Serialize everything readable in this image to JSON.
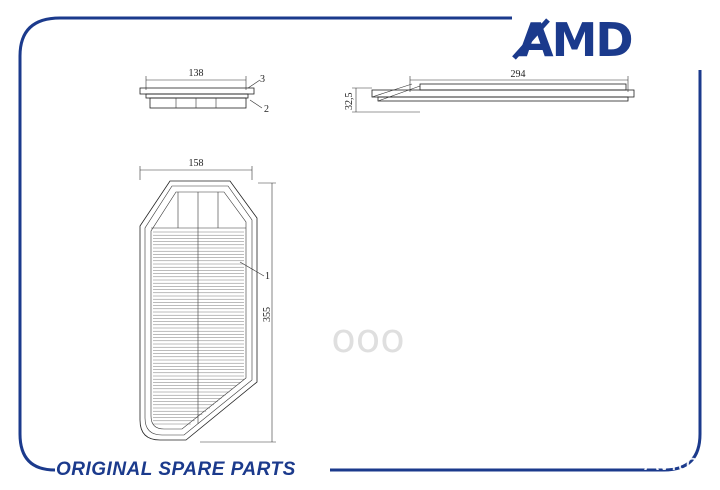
{
  "brand": {
    "logo_text": "AMD",
    "color": "#1b3a8c",
    "tagline": "ORIGINAL SPARE PARTS"
  },
  "watermarks": {
    "center": "ооо",
    "corner": "Avito"
  },
  "dimensions": {
    "top_width": "138",
    "side_length": "294",
    "side_height": "32,5",
    "front_width": "158",
    "front_height": "355"
  },
  "callouts": {
    "c1": "1",
    "c2": "2",
    "c3": "3"
  },
  "colors": {
    "frame": "#1b3a8c",
    "line": "#222222"
  }
}
